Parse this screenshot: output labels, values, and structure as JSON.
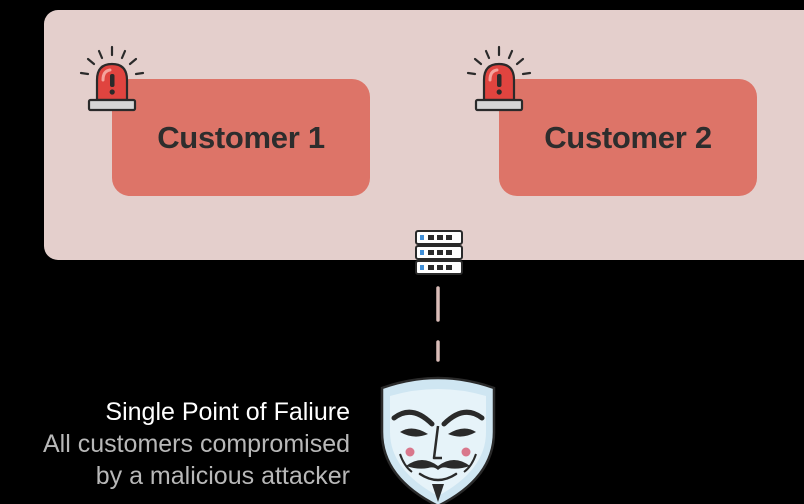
{
  "customers": [
    {
      "label": "Customer 1"
    },
    {
      "label": "Customer 2"
    }
  ],
  "icons": {
    "alarm": "alarm-siren-icon",
    "server": "server-rack-icon",
    "attacker": "anonymous-mask-icon"
  },
  "caption": {
    "title": "Single Point of Faliure",
    "line1": "All customers compromised",
    "line2": "by a malicious attacker"
  },
  "colors": {
    "background": "#000000",
    "panel": "#e4cfcc",
    "customer_box": "#dd7468",
    "alarm_red": "#e0443f",
    "caption_title": "#ffffff",
    "caption_body": "#b8b8b8"
  }
}
